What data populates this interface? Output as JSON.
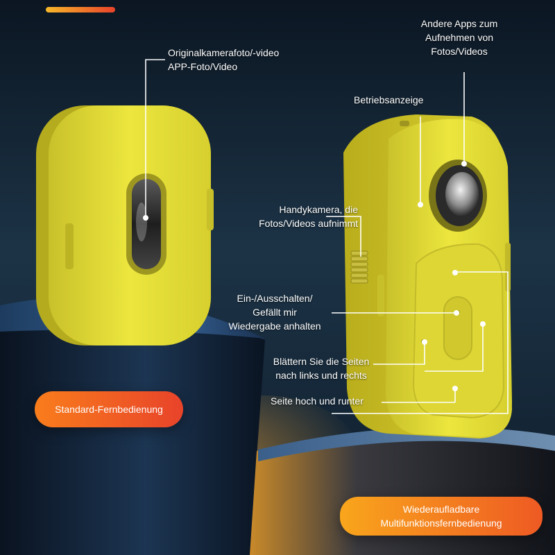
{
  "labels": {
    "original_camera_line1": "Originalkamerafoto/-video",
    "original_camera_line2": "APP-Foto/Video",
    "other_apps_line1": "Andere Apps zum",
    "other_apps_line2": "Aufnehmen von",
    "other_apps_line3": "Fotos/Videos",
    "status_indicator": "Betriebsanzeige",
    "phone_camera_line1": "Handykamera, die",
    "phone_camera_line2": "Fotos/Videos aufnimmt",
    "power_line1": "Ein-/Ausschalten/",
    "power_line2": "Gefällt mir",
    "power_line3": "Wiedergabe anhalten",
    "page_turn_line1": "Blättern Sie die Seiten",
    "page_turn_line2": "nach links und rechts",
    "page_scroll": "Seite hoch und runter"
  },
  "badges": {
    "standard": "Standard-Fernbedienung",
    "multi_line1": "Wiederaufladbare",
    "multi_line2": "Multifunktionsfernbedienung"
  },
  "colors": {
    "device_yellow": "#e6e23a",
    "accent_orange": "#f97d1c",
    "accent_red": "#e8432a",
    "background_dark": "#0b1622"
  }
}
